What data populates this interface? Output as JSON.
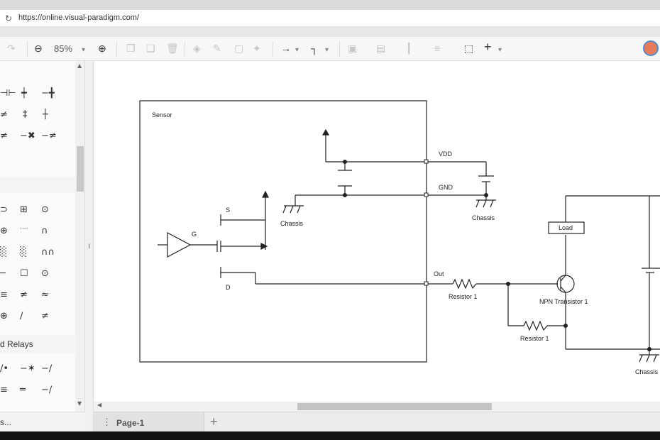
{
  "browser": {
    "url": "https://online.visual-paradigm.com/"
  },
  "toolbar": {
    "zoom_value": "85%"
  },
  "sidebar": {
    "section_label": "d Relays",
    "footer_label": "s..."
  },
  "diagram": {
    "sensor_label": "Sensor",
    "vdd_label": "VDD",
    "gnd_label": "GND",
    "out_label": "Out",
    "s_label": "S",
    "g_label": "G",
    "d_label": "D",
    "chassis_1": "Chassis",
    "chassis_2": "Chassis",
    "chassis_3": "Chassis",
    "load_label": "Load",
    "transistor_label": "NPN Transistor 1",
    "resistor_1": "Resistor 1",
    "resistor_2": "Resistor 1"
  },
  "tabs": {
    "page_tab": "Page-1"
  }
}
